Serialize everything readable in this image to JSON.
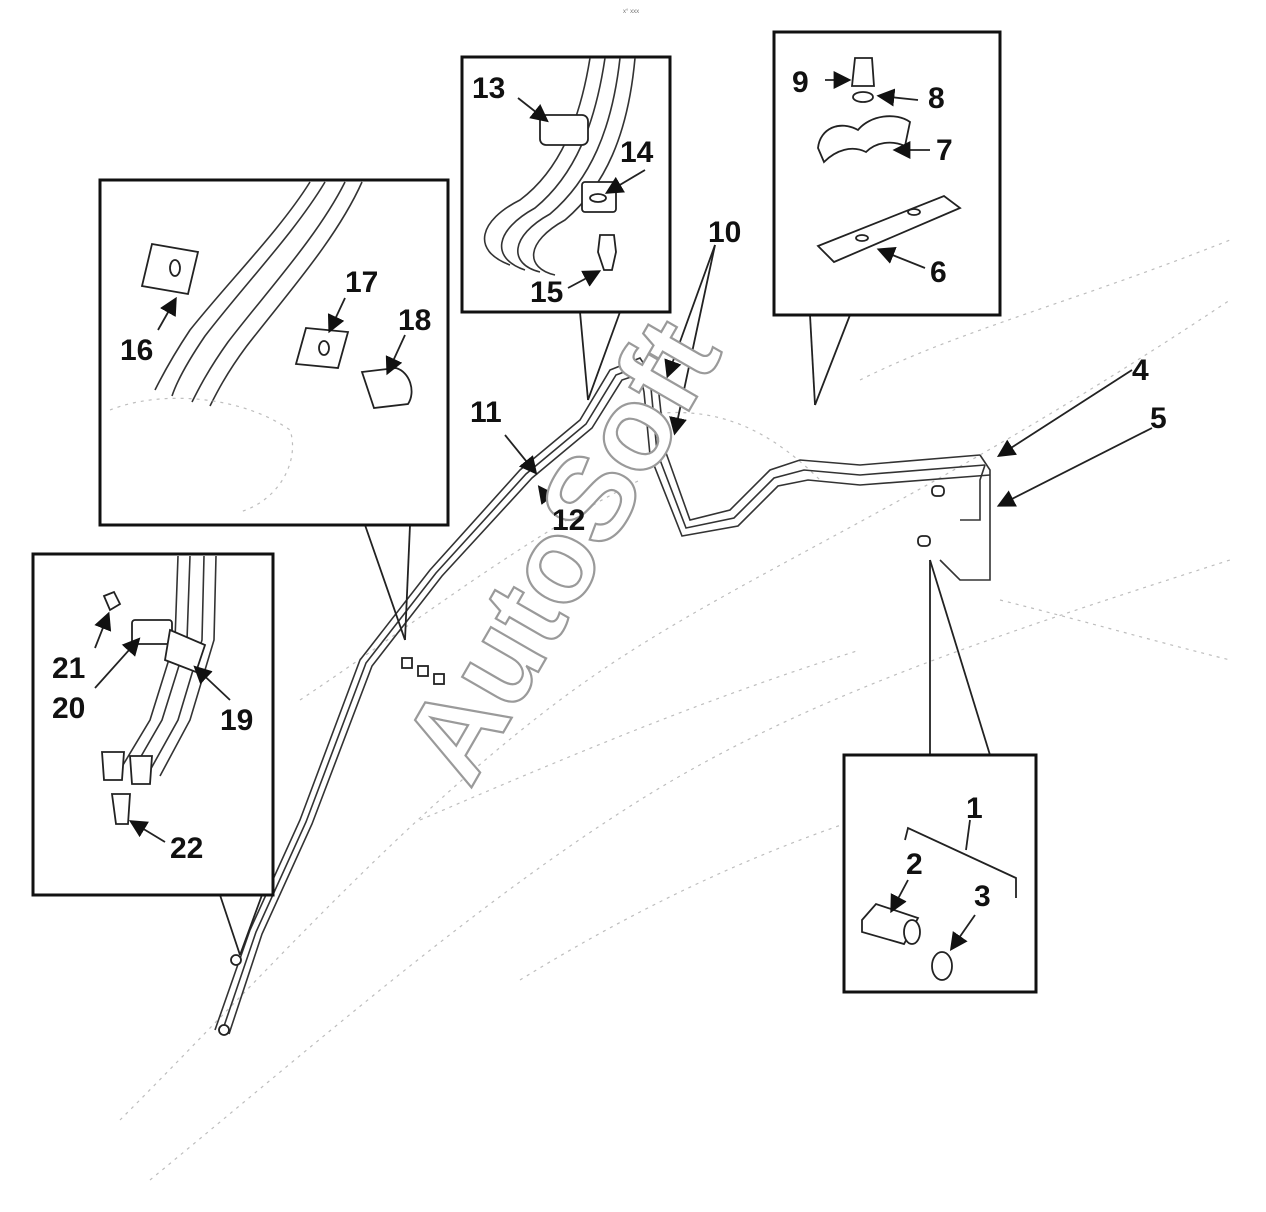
{
  "header_mark": "x° xxx",
  "watermark": "AutoSoft",
  "callouts": [
    "1",
    "2",
    "3",
    "4",
    "5",
    "6",
    "7",
    "8",
    "9",
    "10",
    "11",
    "12",
    "13",
    "14",
    "15",
    "16",
    "17",
    "18",
    "19",
    "20",
    "21",
    "22"
  ]
}
